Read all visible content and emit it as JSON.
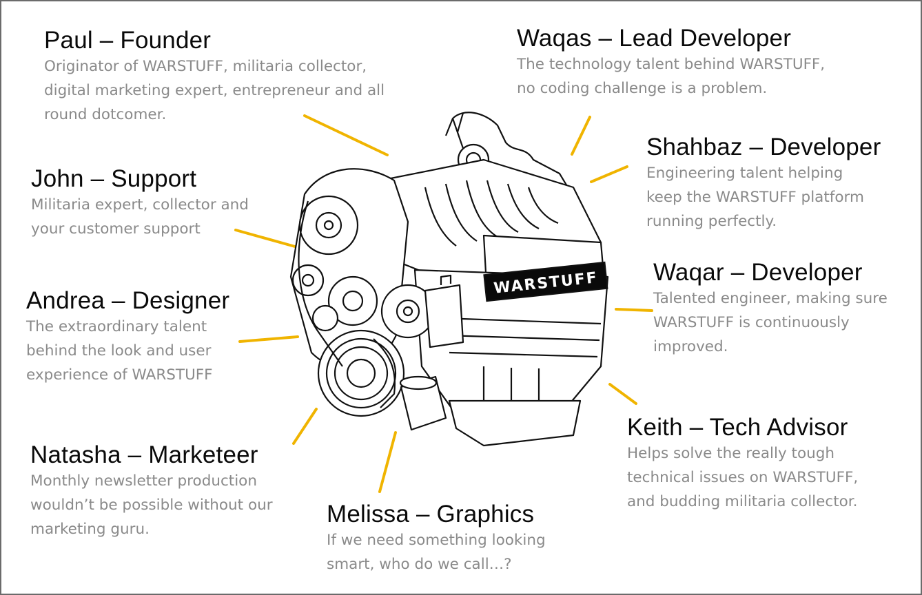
{
  "colors": {
    "leader_line": "#f0b400",
    "name_text": "#0a0a0a",
    "desc_text": "#8a8a8a",
    "badge_bg": "#0a0a0a",
    "badge_text": "#ffffff"
  },
  "engine": {
    "icon": "engine-icon",
    "badge": "WARSTUFF"
  },
  "team": {
    "paul": {
      "name": "Paul – Founder",
      "desc": [
        "Originator of WARSTUFF, militaria collector,",
        "digital marketing expert, entrepreneur and all",
        "round dotcomer."
      ]
    },
    "waqas": {
      "name": "Waqas – Lead Developer",
      "desc": [
        "The technology talent behind WARSTUFF,",
        "no coding challenge is a problem."
      ]
    },
    "shahbaz": {
      "name": "Shahbaz – Developer",
      "desc": [
        "Engineering talent helping",
        "keep the WARSTUFF platform",
        "running perfectly."
      ]
    },
    "john": {
      "name": "John – Support",
      "desc": [
        "Militaria expert, collector and",
        "your customer support"
      ]
    },
    "waqar": {
      "name": "Waqar – Developer",
      "desc": [
        "Talented engineer, making sure",
        "WARSTUFF is continuously",
        "improved."
      ]
    },
    "andrea": {
      "name": "Andrea – Designer",
      "desc": [
        "The extraordinary talent",
        "behind the look and user",
        "experience of WARSTUFF"
      ]
    },
    "keith": {
      "name": "Keith – Tech Advisor",
      "desc": [
        "Helps solve the really tough",
        "technical issues on WARSTUFF,",
        "and budding militaria collector."
      ]
    },
    "natasha": {
      "name": "Natasha – Marketeer",
      "desc": [
        "Monthly newsletter production",
        "wouldn’t be possible without our",
        "marketing guru."
      ]
    },
    "melissa": {
      "name": "Melissa – Graphics",
      "desc": [
        "If we need something looking",
        "smart, who do we call…?"
      ]
    }
  }
}
